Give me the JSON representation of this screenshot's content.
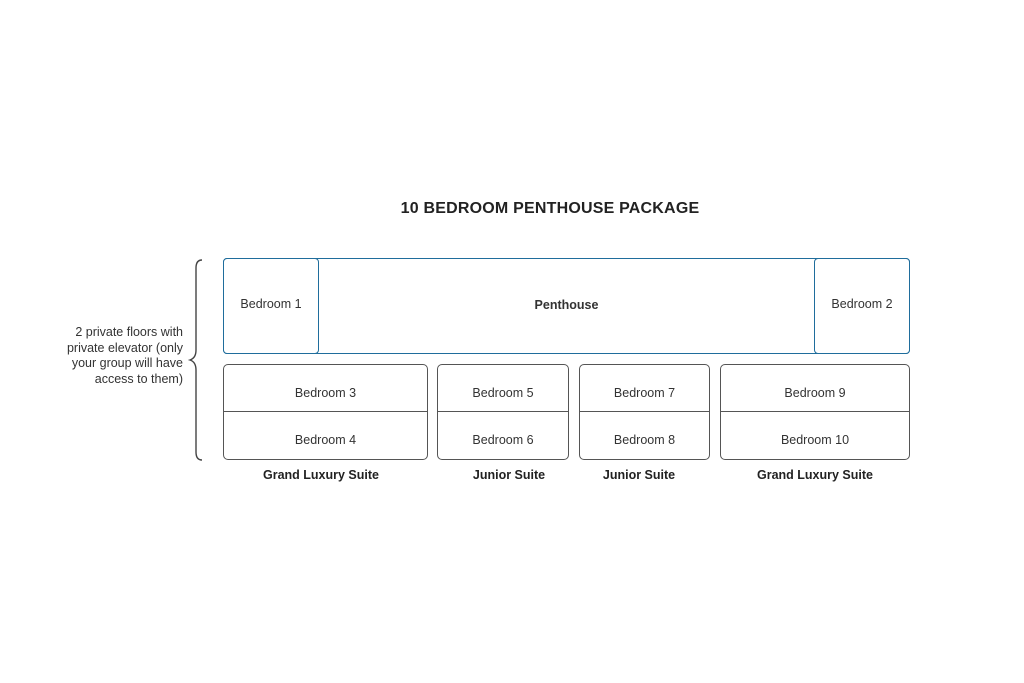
{
  "title": "10 BEDROOM PENTHOUSE PACKAGE",
  "side_note": "2 private floors with private elevator (only your group will have access to them)",
  "colors": {
    "penthouse_border": "#1f6d9c",
    "suite_border": "#555555"
  },
  "penthouse_floor": {
    "left_room": "Bedroom 1",
    "center": "Penthouse",
    "right_room": "Bedroom 2"
  },
  "suites": [
    {
      "type": "Grand Luxury Suite",
      "rooms": [
        "Bedroom 3",
        "Bedroom 4"
      ]
    },
    {
      "type": "Junior Suite",
      "rooms": [
        "Bedroom 5",
        "Bedroom 6"
      ]
    },
    {
      "type": "Junior Suite",
      "rooms": [
        "Bedroom 7",
        "Bedroom 8"
      ]
    },
    {
      "type": "Grand Luxury Suite",
      "rooms": [
        "Bedroom 9",
        "Bedroom 10"
      ]
    }
  ]
}
